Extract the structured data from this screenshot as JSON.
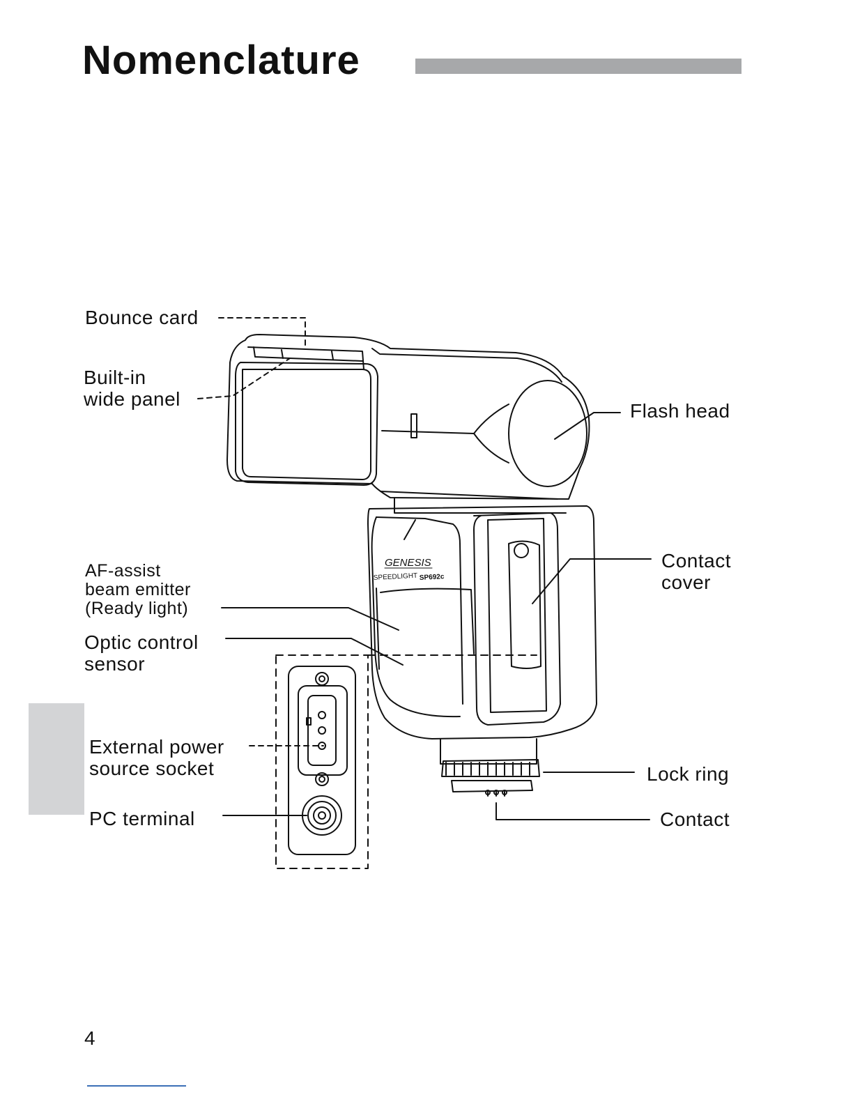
{
  "page": {
    "title": "Nomenclature",
    "page_number": "4"
  },
  "labels": {
    "bounce_card": "Bounce card",
    "built_in_wide_panel": "Built-in\nwide panel",
    "flash_head": "Flash head",
    "contact_cover": "Contact\ncover",
    "af_assist": "AF-assist\nbeam emitter\n(Ready light)",
    "optic_control_sensor": "Optic control\nsensor",
    "external_power": "External power\nsource socket",
    "pc_terminal": "PC terminal",
    "lock_ring": "Lock ring",
    "contact": "Contact"
  },
  "product": {
    "brand": "GENESIS",
    "model_line": "SPEEDLIGHT",
    "model": "SP692c"
  },
  "colors": {
    "accent_gray": "#a7a8aa",
    "tab_gray": "#d3d4d6",
    "line": "#111111"
  }
}
